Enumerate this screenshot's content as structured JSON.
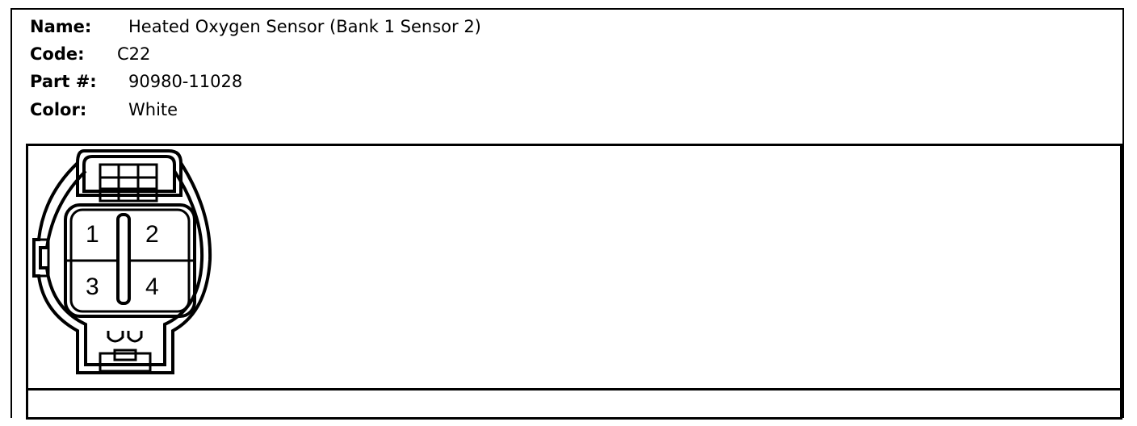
{
  "connector": {
    "name_label": "Name:",
    "name_value": "Heated Oxygen Sensor (Bank 1 Sensor 2)",
    "code_label": "Code:",
    "code_value": "C22",
    "part_label": "Part #:",
    "part_value": "90980-11028",
    "color_label": "Color:",
    "color_value": "White"
  },
  "pins": {
    "p1": "1",
    "p2": "2",
    "p3": "3",
    "p4": "4"
  }
}
